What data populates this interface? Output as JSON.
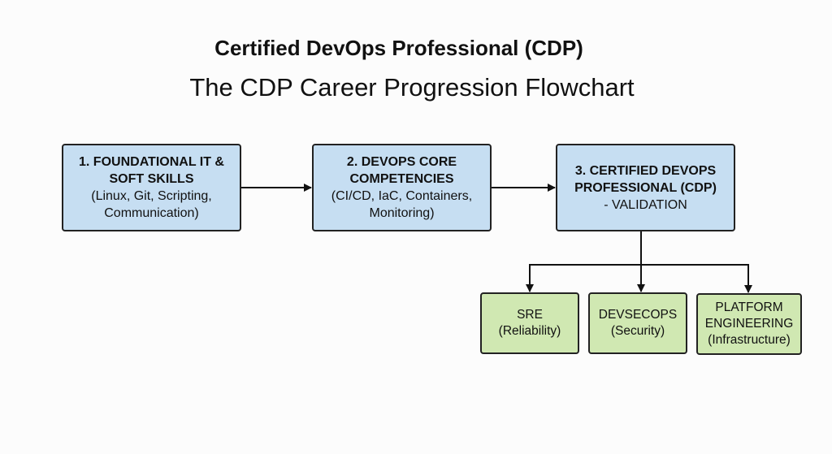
{
  "title": "Certified DevOps Professional (CDP)",
  "subtitle": "The CDP Career Progression Flowchart",
  "stages": [
    {
      "heading_1": "1. FOUNDATIONAL IT &",
      "heading_2": "SOFT SKILLS",
      "detail_1": "(Linux, Git, Scripting,",
      "detail_2": "Communication)"
    },
    {
      "heading_1": "2. DEVOPS CORE",
      "heading_2": "COMPETENCIES",
      "detail_1": "(CI/CD, IaC, Containers,",
      "detail_2": "Monitoring)"
    },
    {
      "heading_1": "3. CERTIFIED DEVOPS",
      "heading_2": "PROFESSIONAL (CDP)",
      "detail_1": "- VALIDATION"
    }
  ],
  "specializations": [
    {
      "line_1": "SRE",
      "line_2": "(Reliability)"
    },
    {
      "line_1": "DEVSECOPS",
      "line_2": "(Security)"
    },
    {
      "line_1": "PLATFORM",
      "line_2": "ENGINEERING",
      "line_3": "(Infrastructure)"
    }
  ],
  "colors": {
    "stage_fill": "#c6def2",
    "specialization_fill": "#d0e8b2",
    "line": "#111111"
  }
}
